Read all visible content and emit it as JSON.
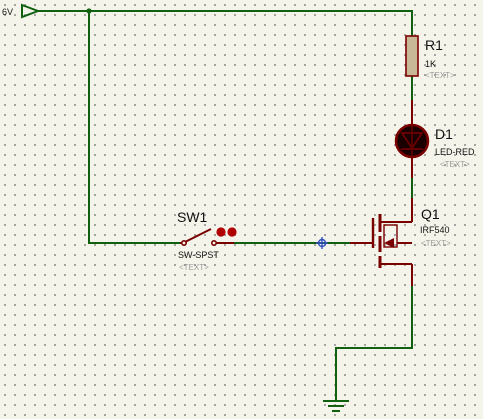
{
  "supply": {
    "label": "6V"
  },
  "components": {
    "r1": {
      "ref": "R1",
      "value": "1K",
      "text_placeholder": "<TEXT>"
    },
    "d1": {
      "ref": "D1",
      "value": "LED-RED",
      "text_placeholder": "<TEXT>"
    },
    "q1": {
      "ref": "Q1",
      "value": "IRF540",
      "text_placeholder": "<TEXT>"
    },
    "sw1": {
      "ref": "SW1",
      "value": "SW-SPST",
      "text_placeholder": "<TEXT>"
    }
  },
  "colors": {
    "background": "#f5f4ea",
    "wire": "#106010",
    "component": "#7a0000",
    "led": "#6a0000",
    "resistor_fill": "#c8b898",
    "probe": "#3050c0"
  },
  "icons": {
    "ground": "ground-symbol-icon",
    "supply": "power-terminal-icon",
    "probe": "voltage-probe-icon"
  }
}
